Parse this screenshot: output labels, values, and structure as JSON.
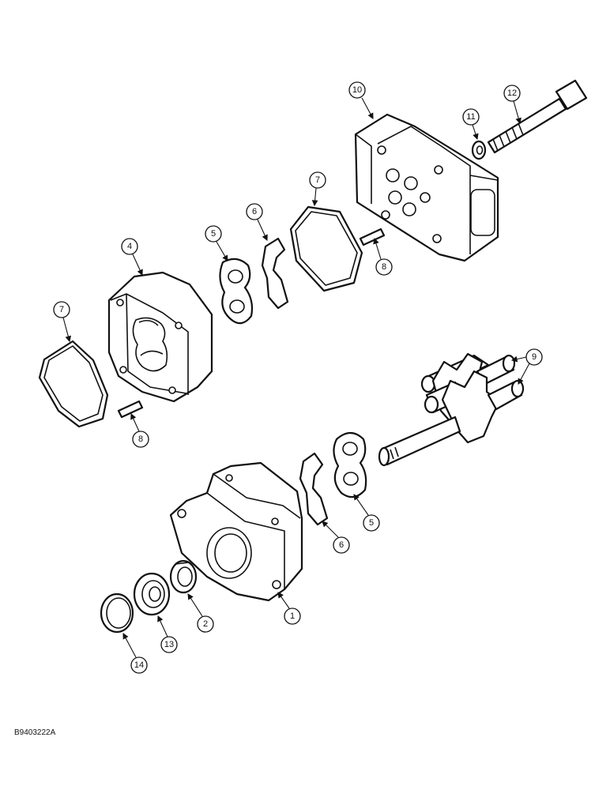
{
  "figure_code": "B9403222A",
  "callouts": [
    {
      "label": "10"
    },
    {
      "label": "12"
    },
    {
      "label": "11"
    },
    {
      "label": "7"
    },
    {
      "label": "6"
    },
    {
      "label": "5"
    },
    {
      "label": "4"
    },
    {
      "label": "8"
    },
    {
      "label": "7"
    },
    {
      "label": "9"
    },
    {
      "label": "8"
    },
    {
      "label": "5"
    },
    {
      "label": "6"
    },
    {
      "label": "1"
    },
    {
      "label": "2"
    },
    {
      "label": "13"
    },
    {
      "label": "14"
    }
  ]
}
